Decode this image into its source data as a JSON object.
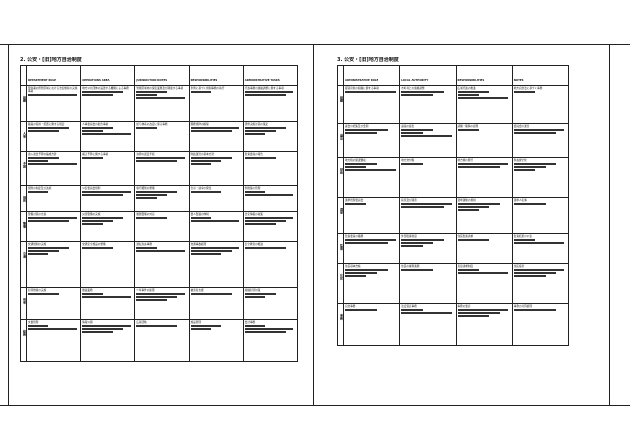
{
  "page": {
    "left_title": "2. 公安・[旧]地方自治制度",
    "right_title": "3. 公安・[旧]地方自治制度"
  },
  "left_sheet": {
    "headers": [
      "DEPARTMENT ROLE",
      "OPERATIONS AREA",
      "JURISDICTION NOTES",
      "RESPONSIBILITIES",
      "ADMINISTRATIVE TASKS"
    ],
    "rows": [
      {
        "head": "組織",
        "cells": [
          "警察署の所管区域における治安維持の実施事項",
          "地方公共団体の設置する機関による事務",
          "管轄区域内の保安業務及び関連する事項",
          "条例に基づく規制事務の執行",
          "行政事務の連絡調整に関する事項"
        ]
      },
      {
        "head": "人事",
        "cells": [
          "職員の任用・配置に関する規定",
          "人事委員会の勧告事項",
          "給与体系の改定に係る事務",
          "服務規律の確保",
          "研修実施計画の策定"
        ]
      },
      {
        "head": "予算",
        "cells": [
          "歳入歳出予算の編成方針",
          "補正予算に関する事項",
          "決算の認定手続",
          "財政運営の基本方針",
          "監査委員の報告"
        ]
      },
      {
        "head": "規則",
        "cells": [
          "規則の制定及び改廃",
          "公安委員会規則",
          "施行細則の整備",
          "告示・訓令の発出",
          "例規集の管理"
        ]
      },
      {
        "head": "警備",
        "cells": [
          "警備計画の立案",
          "災害警備の実施",
          "雑踏警備の対応",
          "要人警護の体制",
          "治安情報の収集"
        ]
      },
      {
        "head": "交通",
        "cells": [
          "交通規制の実施",
          "交通安全施設の整備",
          "運転免許事務",
          "交通事故処理",
          "安全教育の推進"
        ]
      },
      {
        "head": "刑事",
        "cells": [
          "犯罪捜査の実施",
          "鑑識業務",
          "少年事件の処理",
          "被害者支援",
          "組織犯罪対策"
        ]
      },
      {
        "head": "総務",
        "cells": [
          "文書管理",
          "情報公開",
          "広報活動",
          "施設管理",
          "会計事務"
        ]
      }
    ]
  },
  "right_sheet": {
    "headers": [
      "ADMINISTRATIVE ROLE",
      "LOCAL AUTHORITY",
      "RESPONSIBILITIES",
      "NOTES"
    ],
    "rows": [
      {
        "head": "組織",
        "cells": [
          "都道府県の組織に関する事項",
          "市町村との連絡調整",
          "広域行政の推進",
          "地方自治法に基づく事務"
        ]
      },
      {
        "head": "議会",
        "cells": [
          "議会の招集及び会期",
          "議案の提出",
          "請願・陳情の処理",
          "委員会の運営"
        ]
      },
      {
        "head": "財政",
        "cells": [
          "地方税の賦課徴収",
          "地方交付税",
          "地方債の発行",
          "財政健全化"
        ]
      },
      {
        "head": "選挙",
        "cells": [
          "選挙管理委員会",
          "投票及び開票",
          "選挙運動の規制",
          "選挙人名簿"
        ]
      },
      {
        "head": "監査",
        "cells": [
          "監査委員の職務",
          "外部監査制度",
          "住民監査請求",
          "監査結果の公表"
        ]
      },
      {
        "head": "住民",
        "cells": [
          "住民基本台帳",
          "住民の権利義務",
          "直接請求制度",
          "住民投票"
        ]
      },
      {
        "head": "事務",
        "cells": [
          "自治事務",
          "法定受託事務",
          "事務の委託",
          "事務の共同処理"
        ]
      }
    ]
  }
}
